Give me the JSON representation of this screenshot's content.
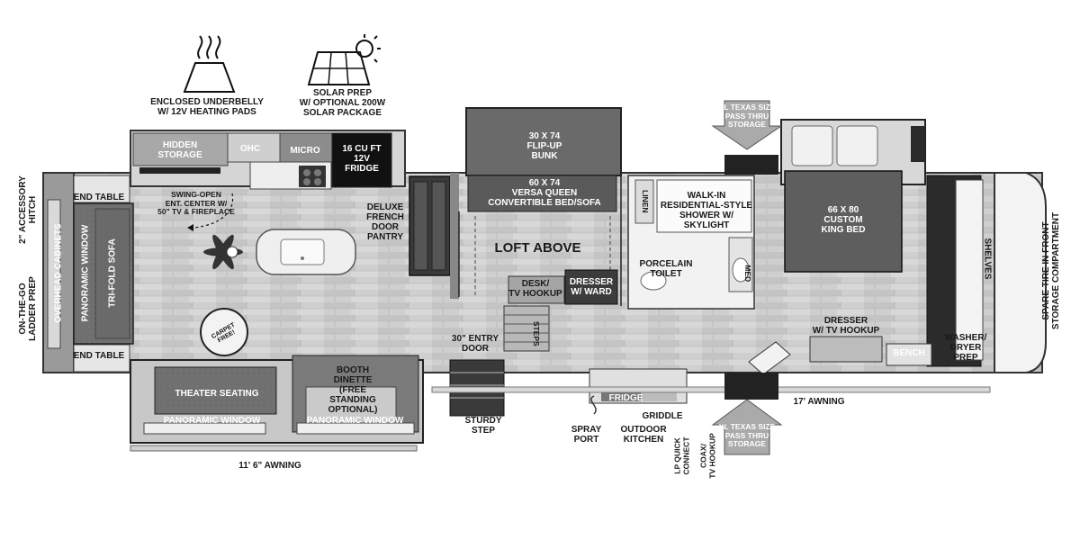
{
  "features": {
    "underbelly": "ENCLOSED UNDERBELLY\nW/ 12V HEATING PADS",
    "solar": "SOLAR PREP\nW/ OPTIONAL 200W\nSOLAR PACKAGE"
  },
  "front_exterior": {
    "hitch": "2\" ACCESSORY\nHITCH",
    "ladder": "ON-THE-GO\nLADDER PREP"
  },
  "rear_exterior": {
    "spare_tire": "SPARE TIRE IN FRONT\nSTORAGE COMPARTMENT"
  },
  "living": {
    "hidden_storage": "HIDDEN\nSTORAGE",
    "ohc": "OHC",
    "micro": "MICRO",
    "fridge": "16 CU FT\n12V\nFRIDGE",
    "ent_center": "SWING-OPEN\nENT. CENTER W/\n50\" TV & FIREPLACE",
    "pantry": "DELUXE\nFRENCH\nDOOR\nPANTRY",
    "end_table_top": "END TABLE",
    "end_table_bottom": "END TABLE",
    "overhead_cabinets": "OVERHEAD CABINETS",
    "panoramic_window_front": "PANORAMIC WINDOW",
    "sofa": "TRI-FOLD SOFA",
    "carpet_free": "CARPET FREE!",
    "theater_seating": "THEATER SEATING",
    "panoramic_window_left": "PANORAMIC WINDOW",
    "dinette": "BOOTH\nDINETTE\n(FREE\nSTANDING\nOPTIONAL)",
    "panoramic_window_right": "PANORAMIC WINDOW"
  },
  "bunk": {
    "flip_up": "30 X 74\nFLIP-UP\nBUNK",
    "versa_queen": "60 X 74\nVERSA QUEEN\nCONVERTIBLE BED/SOFA",
    "loft": "LOFT ABOVE",
    "desk": "DESK/\nTV HOOKUP",
    "dresser": "DRESSER\nW/ WARD",
    "steps": "STEPS"
  },
  "entry": {
    "door": "30\" ENTRY\nDOOR",
    "step": "STURDY\nSTEP"
  },
  "bath": {
    "linen": "LINEN",
    "shower": "WALK-IN\nRESIDENTIAL-STYLE\nSHOWER W/\nSKYLIGHT",
    "toilet": "PORCELAIN\nTOILET",
    "med": "MED"
  },
  "bedroom": {
    "king": "66 X 80\nCUSTOM\nKING BED",
    "dresser": "DRESSER\nW/ TV HOOKUP",
    "bench": "BENCH",
    "shelves": "SHELVES",
    "washer": "WASHER/\nDRYER\nPREP"
  },
  "exterior": {
    "pass_thru_top": "XL TEXAS SIZE\nPASS THRU\nSTORAGE",
    "pass_thru_bottom": "XL TEXAS SIZE\nPASS THRU\nSTORAGE",
    "fridge": "FRIDGE",
    "griddle": "GRIDDLE",
    "spray_port": "SPRAY\nPORT",
    "outdoor_kitchen": "OUTDOOR\nKITCHEN",
    "lp_connect": "LP QUICK\nCONNECT",
    "coax": "COAX/\nTV HOOKUP",
    "awning_left": "11' 6\" AWNING",
    "awning_right": "17' AWNING"
  }
}
